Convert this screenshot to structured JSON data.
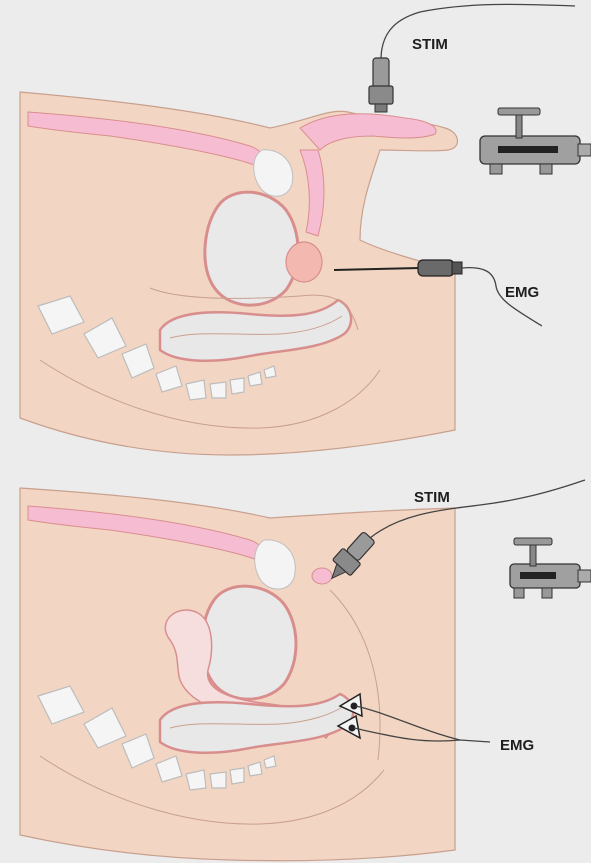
{
  "panels": {
    "top": {
      "stim_label": "STIM",
      "emg_label": "EMG"
    },
    "bottom": {
      "stim_label": "STIM",
      "emg_label": "EMG"
    }
  },
  "colors": {
    "background": "#ececec",
    "skin": "#f2d6c3",
    "skin_outline": "#c9a08e",
    "organ_outline": "#d98e8e",
    "organ_fill": "#eaeaea",
    "urethra": "#f6bcd2",
    "bone": "#f4f4f4",
    "device": "#9a9a9a",
    "wire": "#444444"
  }
}
